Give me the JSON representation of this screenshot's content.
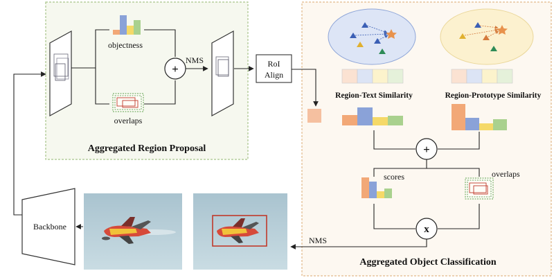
{
  "region_proposal": {
    "title": "Aggregated Region Proposal",
    "objectness_label": "objectness",
    "overlaps_label": "overlaps",
    "nms_label": "NMS",
    "plus_symbol": "+"
  },
  "roi_align": {
    "line1": "RoI",
    "line2": "Align"
  },
  "object_classification": {
    "title": "Aggregated Object Classification",
    "region_text_label": "Region-Text Similarity",
    "region_prototype_label": "Region-Prototype  Similarity",
    "scores_label": "scores",
    "overlaps_label": "overlaps",
    "plus_symbol": "+",
    "times_symbol": "x",
    "nms_label": "NMS"
  },
  "backbone": {
    "label": "Backbone"
  },
  "colors": {
    "panel_green_bg": "#f6f8ef",
    "panel_green_border": "#a8c48a",
    "panel_orange_bg": "#fdf8f1",
    "panel_orange_border": "#e2b98a",
    "bar_orange": "#f2a877",
    "bar_blue": "#8aa2d8",
    "bar_yellow": "#f5d968",
    "bar_green": "#a9d18e",
    "text_ellipse": "#dde5f6",
    "proto_ellipse": "#fcf1cf",
    "sky": "#b9cfd9",
    "box_red": "#c0392b"
  },
  "icons": [
    "plus-icon",
    "times-icon",
    "arrow-icon",
    "feature-map-icon",
    "airplane-image"
  ]
}
